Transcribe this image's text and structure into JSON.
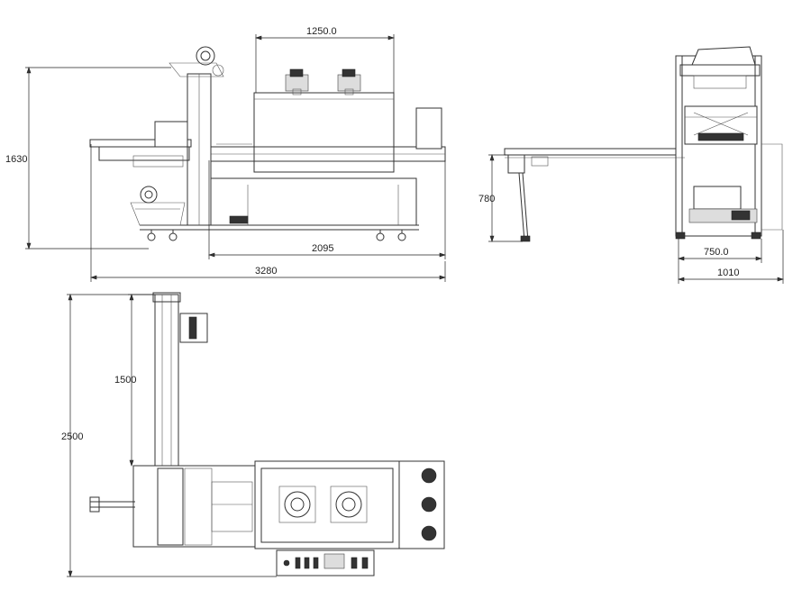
{
  "dimensions": {
    "side_top_width": "1250.0",
    "side_height": "1630",
    "side_tunnel_length": "2095",
    "side_total_length": "3280",
    "end_height": "780",
    "end_inner_width": "750.0",
    "end_total_width": "1010",
    "top_feed_length": "1500",
    "top_total_length": "2500"
  }
}
